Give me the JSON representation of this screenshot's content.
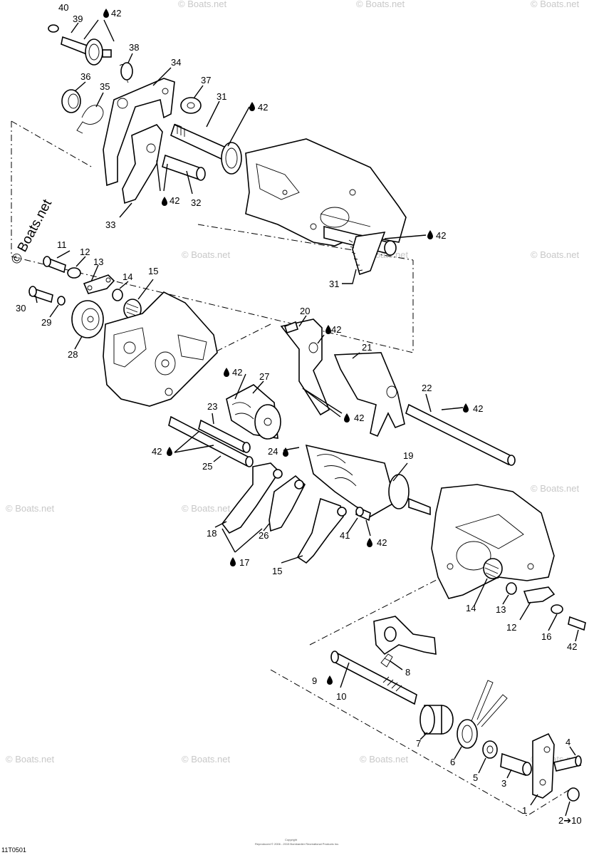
{
  "diagram_code": "11T0501",
  "watermark_main": "© Boats.net",
  "watermark_tile": "© Boats.net",
  "copyright_line1": "Copyright",
  "copyright_line2": "Reproduced © 2006 - 2015 Bombardier Recreational Products Inc.",
  "oil_symbol_color": "#000000",
  "callouts": [
    {
      "id": "c40",
      "text": "40"
    },
    {
      "id": "c39",
      "text": "39"
    },
    {
      "id": "c42a",
      "text": "42"
    },
    {
      "id": "c38",
      "text": "38"
    },
    {
      "id": "c34",
      "text": "34"
    },
    {
      "id": "c36",
      "text": "36"
    },
    {
      "id": "c35",
      "text": "35"
    },
    {
      "id": "c37",
      "text": "37"
    },
    {
      "id": "c31a",
      "text": "31"
    },
    {
      "id": "c42b",
      "text": "42"
    },
    {
      "id": "c42c",
      "text": "42"
    },
    {
      "id": "c32",
      "text": "32"
    },
    {
      "id": "c33",
      "text": "33"
    },
    {
      "id": "c42d",
      "text": "42"
    },
    {
      "id": "c31b",
      "text": "31"
    },
    {
      "id": "c11",
      "text": "11"
    },
    {
      "id": "c12a",
      "text": "12"
    },
    {
      "id": "c13a",
      "text": "13"
    },
    {
      "id": "c14a",
      "text": "14"
    },
    {
      "id": "c15a",
      "text": "15"
    },
    {
      "id": "c30",
      "text": "30"
    },
    {
      "id": "c29",
      "text": "29"
    },
    {
      "id": "c28",
      "text": "28"
    },
    {
      "id": "c20",
      "text": "20"
    },
    {
      "id": "c42e",
      "text": "42"
    },
    {
      "id": "c21",
      "text": "21"
    },
    {
      "id": "c42f",
      "text": "42"
    },
    {
      "id": "c27",
      "text": "27"
    },
    {
      "id": "c22",
      "text": "22"
    },
    {
      "id": "c42g",
      "text": "42"
    },
    {
      "id": "c23",
      "text": "23"
    },
    {
      "id": "c42h",
      "text": "42"
    },
    {
      "id": "c42i",
      "text": "42"
    },
    {
      "id": "c24",
      "text": "24"
    },
    {
      "id": "c25",
      "text": "25"
    },
    {
      "id": "c19",
      "text": "19"
    },
    {
      "id": "c18",
      "text": "18"
    },
    {
      "id": "c26",
      "text": "26"
    },
    {
      "id": "c41",
      "text": "41"
    },
    {
      "id": "c42j",
      "text": "42"
    },
    {
      "id": "c17",
      "text": "17"
    },
    {
      "id": "c15b",
      "text": "15"
    },
    {
      "id": "c14b",
      "text": "14"
    },
    {
      "id": "c13b",
      "text": "13"
    },
    {
      "id": "c12b",
      "text": "12"
    },
    {
      "id": "c16",
      "text": "16"
    },
    {
      "id": "c42k",
      "text": "42"
    },
    {
      "id": "c9",
      "text": "9"
    },
    {
      "id": "c10",
      "text": "10"
    },
    {
      "id": "c8",
      "text": "8"
    },
    {
      "id": "c7",
      "text": "7"
    },
    {
      "id": "c6",
      "text": "6"
    },
    {
      "id": "c5",
      "text": "5"
    },
    {
      "id": "c3",
      "text": "3"
    },
    {
      "id": "c4",
      "text": "4"
    },
    {
      "id": "c1",
      "text": "1"
    },
    {
      "id": "c2to10",
      "text": "2➔10"
    }
  ]
}
